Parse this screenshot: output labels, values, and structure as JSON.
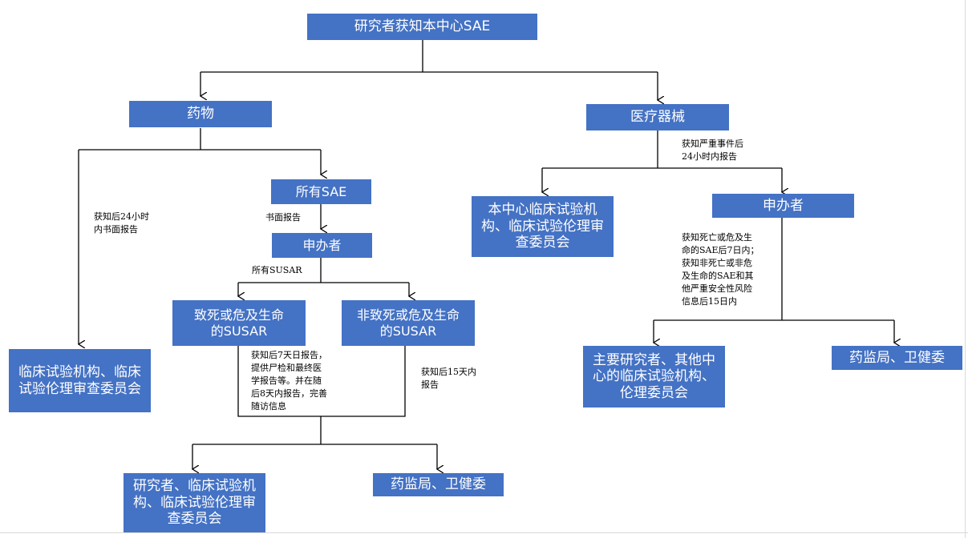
{
  "colors": {
    "box": "#4472C4",
    "box_text": "#FFFFFF",
    "line": "#000000"
  },
  "nodes": {
    "root": "研究者获知本中心SAE",
    "drug": "药物",
    "device": "医疗器械",
    "all_sae": "所有SAE",
    "sponsor_drug": "申办者",
    "fatal_susar": "致死或危及生命的SUSAR",
    "nonfatal_susar": "非致死或危及生命的SUSAR",
    "drug_left_ethics": "临床试验机构、临床试验伦理审查委员会",
    "drug_bottom_left": "研究者、临床试验机构、临床试验伦理审查委员会",
    "drug_bottom_right": "药监局、卫健委",
    "device_center_ethics": "本中心临床试验机构、临床试验伦理审查委员会",
    "sponsor_device": "申办者",
    "device_investigators": "主要研究者、其他中心的临床试验机构、伦理委员会",
    "device_regulators": "药监局、卫健委"
  },
  "notes": {
    "drug_24h": "获知后24小时\n内书面报告",
    "written_report": "书面报告",
    "all_susar": "所有SUSAR",
    "fatal_7d": "获知后7天日报告，\n提供尸检和最终医\n学报告等。并在随\n后8天内报告，完善\n随访信息",
    "nonfatal_15d": "获知后15天内\n报告",
    "device_24h": "获知严重事件后\n24小时内报告",
    "device_7d_15d": "获知死亡或危及生\n命的SAE后7日内；\n获知非死亡或非危\n及生命的SAE和其\n他严重安全性风险\n信息后15日内"
  }
}
